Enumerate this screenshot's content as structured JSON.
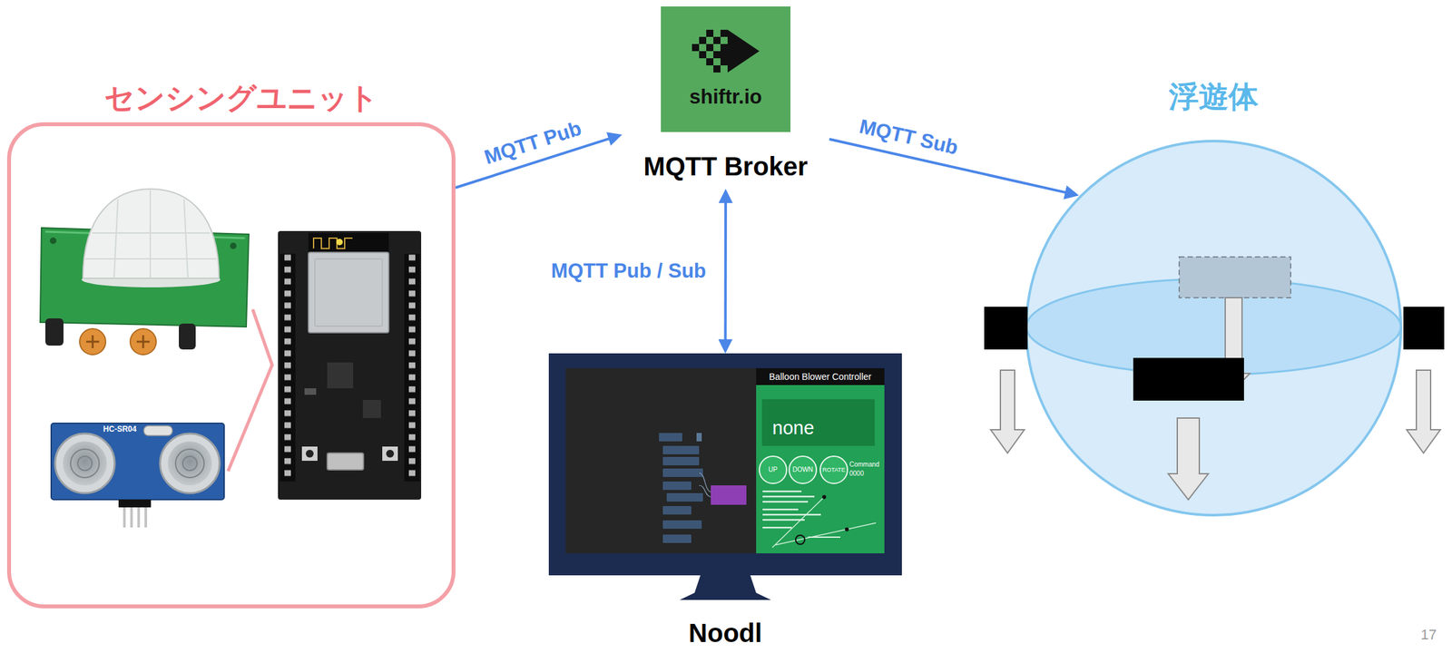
{
  "diagram": {
    "nodes": [
      {
        "text": [
          "センシングユニット"
        ]
      },
      {
        "text": [
          "shiftr.io",
          "MQTT Broker"
        ]
      },
      {
        "text": [
          "浮遊体"
        ]
      },
      {
        "text": [
          "Noodl"
        ]
      }
    ],
    "edges": [
      {
        "from": 0,
        "to": 1,
        "arrow": "to",
        "label": "MQTT Pub"
      },
      {
        "from": 1,
        "to": 2,
        "arrow": "to",
        "label": "MQTT Sub"
      },
      {
        "from": 1,
        "to": 3,
        "arrow": "both",
        "label": "MQTT Pub / Sub"
      }
    ],
    "labels": [
      "HC-SR04",
      "Balloon Blower Controller",
      "none",
      "UP",
      "DOWN",
      "ROTATE",
      "Command",
      "0000",
      "17"
    ]
  }
}
